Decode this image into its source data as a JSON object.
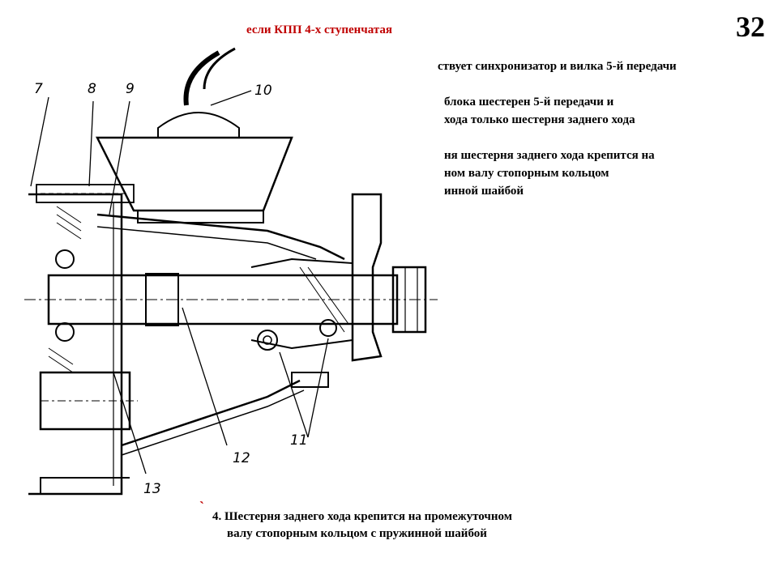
{
  "slide": {
    "page_number": "32",
    "heading": "если КПП 4-х ступенчатая",
    "text_lines": [
      "ствует синхронизатор и вилка 5-й передачи",
      "блока шестерен 5-й передачи и",
      "хода только шестерня заднего хода",
      "ня шестерня заднего хода крепится на",
      "ном валу стопорным кольцом",
      "инной шайбой"
    ],
    "bottom_note": {
      "line1": "4. Шестерня заднего хода крепится на промежуточном",
      "line2": "валу стопорным кольцом с пружинной шайбой"
    },
    "tick_mark": "`"
  },
  "diagram": {
    "callouts": [
      "7",
      "8",
      "9",
      "10",
      "11",
      "12",
      "13"
    ]
  },
  "colors": {
    "heading": "#c00000",
    "text": "#000000",
    "background": "#ffffff"
  }
}
